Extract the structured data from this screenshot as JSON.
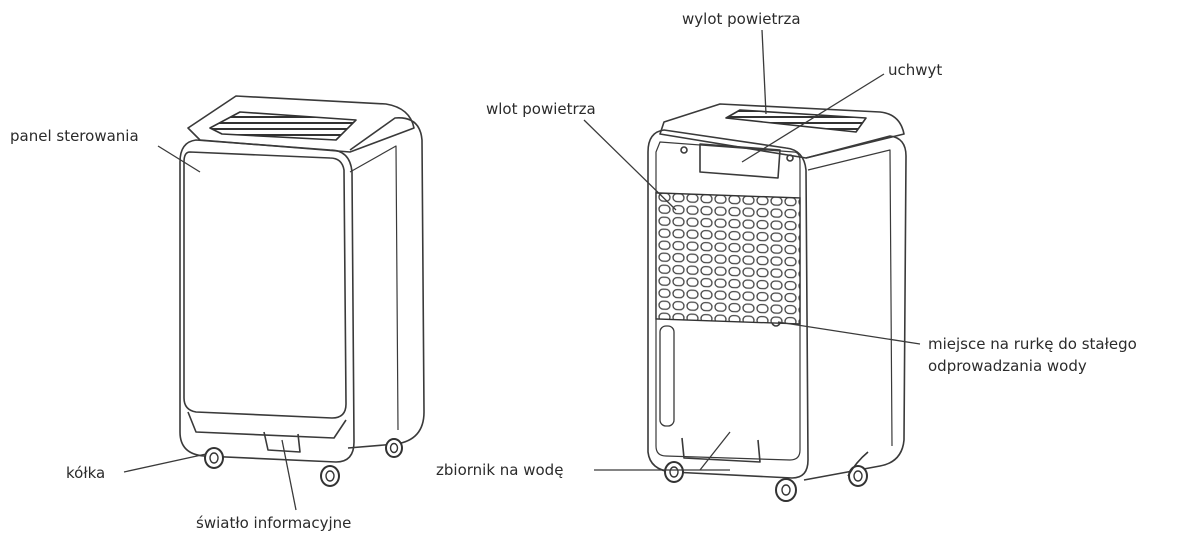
{
  "labels": {
    "control_panel": "panel sterowania",
    "wheels": "kółka",
    "indicator_light": "światło informacyjne",
    "air_outlet": "wylot powietrza",
    "handle": "uchwyt",
    "air_inlet": "wlot powietrza",
    "drain_hose_line1": "miejsce na rurkę do stałego",
    "drain_hose_line2": "odprowadzania wody",
    "water_tank": "zbiornik na wodę"
  },
  "colors": {
    "line": "#3a3a3a",
    "text": "#2b2b2b"
  }
}
